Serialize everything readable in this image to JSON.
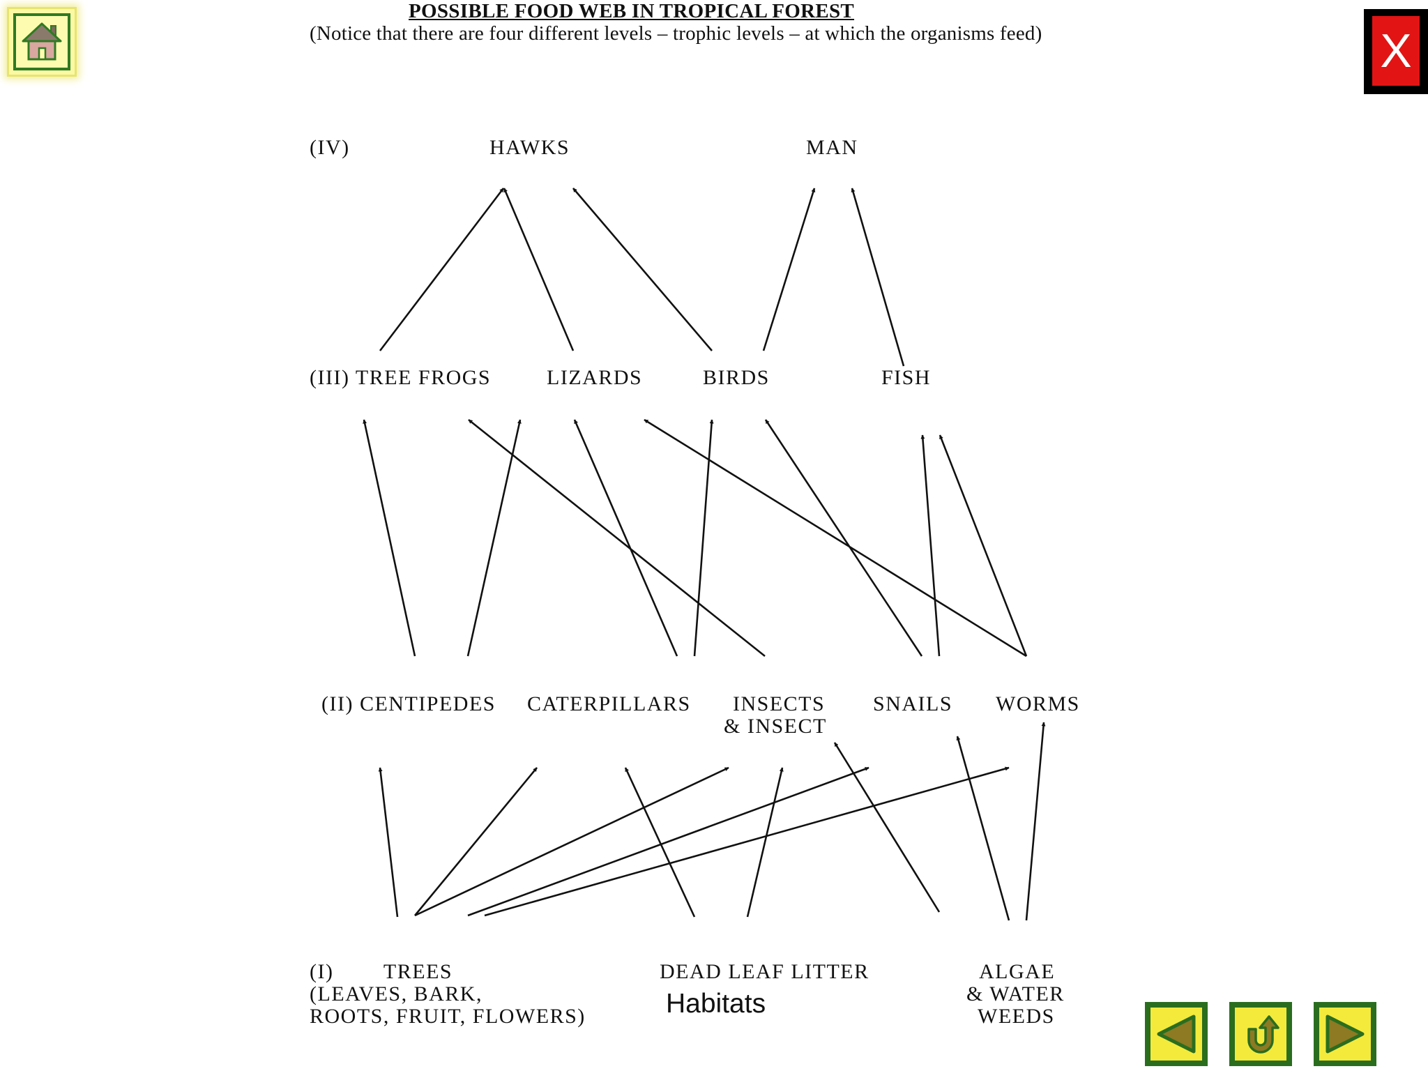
{
  "header": {
    "title": "POSSIBLE FOOD WEB IN TROPICAL FOREST",
    "subtitle": "(Notice that there are four different levels – trophic levels – at which the organisms feed)"
  },
  "levels": {
    "iv": {
      "marker": "(IV)",
      "hawks": "HAWKS",
      "man": "MAN"
    },
    "iii": {
      "tree_frogs": "(III) TREE FROGS",
      "lizards": "LIZARDS",
      "birds": "BIRDS",
      "fish": "FISH"
    },
    "ii": {
      "centipedes": "(II) CENTIPEDES",
      "caterpillars": "CATERPILLARS",
      "insects_line1": "INSECTS",
      "insects_line2": "& INSECT",
      "snails": "SNAILS",
      "worms": "WORMS"
    },
    "i": {
      "trees_line1": "(I)        TREES",
      "trees_line2": "(LEAVES, BARK,",
      "trees_line3": "ROOTS, FRUIT, FLOWERS)",
      "dead_leaf_litter": "DEAD LEAF LITTER",
      "habitats": "Habitats",
      "algae_line1": "ALGAE",
      "algae_line2": "& WATER",
      "algae_line3": "WEEDS"
    }
  },
  "controls": {
    "home_icon": "home-icon",
    "close_label": "X",
    "back_icon": "triangle-left-icon",
    "return_icon": "u-turn-arrow-icon",
    "forward_icon": "triangle-right-icon"
  },
  "colors": {
    "nav_border": "#2a6d1f",
    "nav_fill": "#f4ea3c",
    "close_red": "#e31414",
    "home_green": "#2f7a23"
  }
}
